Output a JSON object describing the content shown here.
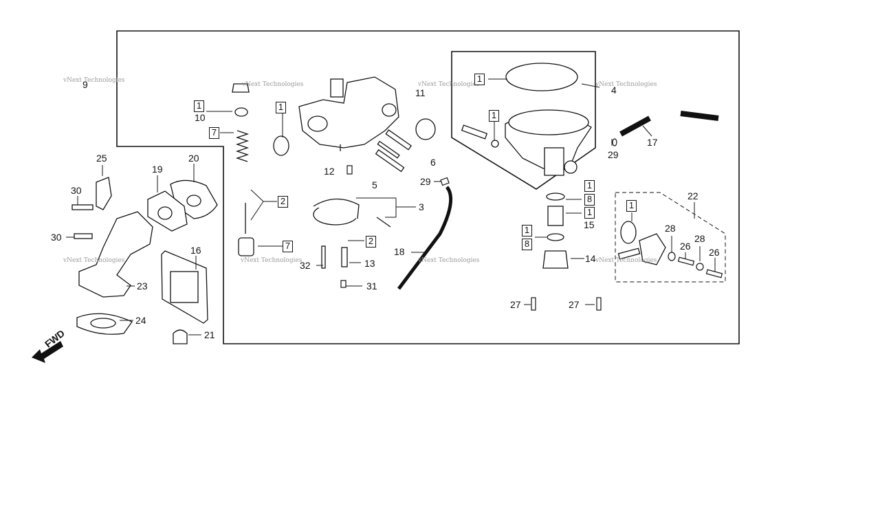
{
  "watermark": "vNext Technologies",
  "fwd_label": "FWD",
  "callouts": {
    "n1_a": "1",
    "n1_b": "1",
    "n1_c": "1",
    "n1_d": "1",
    "n1_e": "1",
    "n1_f": "1",
    "n1_g": "1",
    "n1_h": "1",
    "n2_a": "2",
    "n2_b": "2",
    "n3": "3",
    "n4": "4",
    "n5": "5",
    "n6": "6",
    "n7_a": "7",
    "n7_b": "7",
    "n8_a": "8",
    "n8_b": "8",
    "n9": "9",
    "n10": "10",
    "n11": "11",
    "n12": "12",
    "n13": "13",
    "n14": "14",
    "n15": "15",
    "n16": "16",
    "n17": "17",
    "n18": "18",
    "n19": "19",
    "n20": "20",
    "n21": "21",
    "n22": "22",
    "n23": "23",
    "n24": "24",
    "n25": "25",
    "n26_a": "26",
    "n26_b": "26",
    "n27_a": "27",
    "n27_b": "27",
    "n28_a": "28",
    "n28_b": "28",
    "n29_a": "29",
    "n29_b": "29",
    "n30_a": "30",
    "n30_b": "30",
    "n31": "31",
    "n32": "32"
  }
}
